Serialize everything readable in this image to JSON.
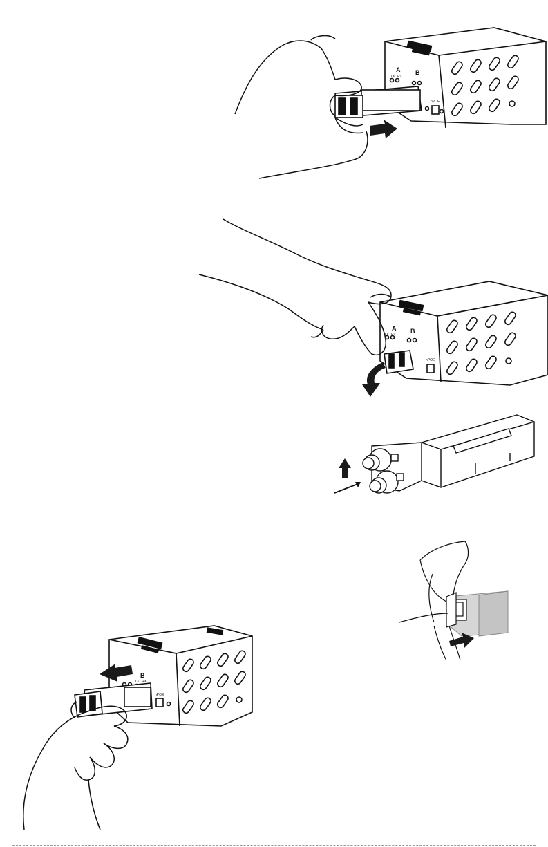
{
  "figures": [
    {
      "id": "insert-sfp",
      "caption": "",
      "port_a_label": "A",
      "port_b_label": "B",
      "tx_label": "TX",
      "rx_label": "RX",
      "switch_label": "nPOE",
      "arrow_direction": "right"
    },
    {
      "id": "open-latch",
      "caption": "",
      "port_a_label": "A",
      "port_b_label": "B",
      "tx_label": "TX",
      "rx_label": "RX",
      "switch_label": "nPOE",
      "arrow_direction": "down"
    },
    {
      "id": "st-connector-module",
      "caption": "",
      "arrow_direction": "up"
    },
    {
      "id": "remove-sfp",
      "caption": "",
      "port_b_label": "B",
      "tx_label": "TX",
      "rx_label": "RX",
      "switch_label": "nPOE",
      "arrow_direction": "left"
    },
    {
      "id": "pull-tab",
      "caption": "",
      "arrow_direction": "right"
    }
  ],
  "colors": {
    "line": "#111111",
    "fill": "#ffffff",
    "shade": "#bdbdbd",
    "arrow": "#1a1a1a"
  }
}
